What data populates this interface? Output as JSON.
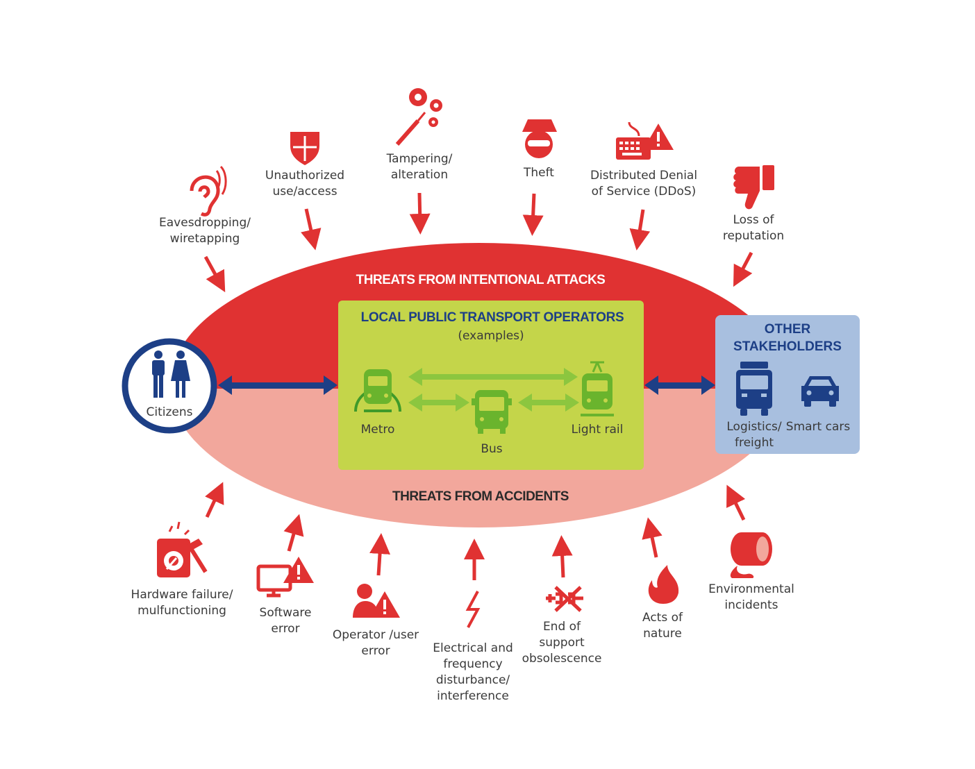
{
  "colors": {
    "attack_red": "#e03232",
    "accident_pink": "#f2a79c",
    "operator_green": "#c4d54a",
    "stakeholder_blue": "#a8bfdf",
    "navy": "#1d3f86",
    "mode_green": "#6ab42d"
  },
  "bands": {
    "attacks_title": "THREATS FROM INTENTIONAL ATTACKS",
    "accidents_title": "THREATS FROM ACCIDENTS"
  },
  "operators": {
    "title": "LOCAL PUBLIC TRANSPORT OPERATORS",
    "subtitle": "(examples)",
    "modes": [
      {
        "label": "Metro",
        "icon": "metro-icon"
      },
      {
        "label": "Bus",
        "icon": "bus-icon"
      },
      {
        "label": "Light rail",
        "icon": "light-rail-icon"
      }
    ]
  },
  "citizens": {
    "label": "Citizens",
    "icon": "people-icon"
  },
  "stakeholders": {
    "title_line1": "OTHER",
    "title_line2": "STAKEHOLDERS",
    "items": [
      {
        "line1": "Logistics/",
        "line2": "freight",
        "icon": "truck-icon"
      },
      {
        "line1": "Smart cars",
        "line2": "",
        "icon": "car-icon"
      }
    ]
  },
  "attack_threats": [
    {
      "line1": "Eavesdropping/",
      "line2": "wiretapping",
      "icon": "ear-icon"
    },
    {
      "line1": "Unauthorized",
      "line2": "use/access",
      "icon": "shield-icon"
    },
    {
      "line1": "Tampering/",
      "line2": "alteration",
      "icon": "gears-screwdriver-icon"
    },
    {
      "line1": "Theft",
      "line2": "",
      "icon": "thief-icon"
    },
    {
      "line1": "Distributed Denial",
      "line2": "of Service (DDoS)",
      "icon": "keyboard-warning-icon"
    },
    {
      "line1": "Loss of",
      "line2": "reputation",
      "icon": "thumbs-down-icon"
    }
  ],
  "accident_threats": [
    {
      "lines": [
        "Hardware failure/",
        "mulfunctioning"
      ],
      "icon": "hardware-hammer-icon"
    },
    {
      "lines": [
        "Software",
        "error"
      ],
      "icon": "monitor-warning-icon"
    },
    {
      "lines": [
        "Operator /user",
        "error"
      ],
      "icon": "user-warning-icon"
    },
    {
      "lines": [
        "Electrical and",
        "frequency",
        "disturbance/",
        "interference"
      ],
      "icon": "lightning-icon"
    },
    {
      "lines": [
        "End of",
        "support",
        "obsolescence"
      ],
      "icon": "broken-plug-icon"
    },
    {
      "lines": [
        "Acts of",
        "nature"
      ],
      "icon": "fire-icon"
    },
    {
      "lines": [
        "Environmental",
        "incidents"
      ],
      "icon": "oil-barrel-icon"
    }
  ]
}
